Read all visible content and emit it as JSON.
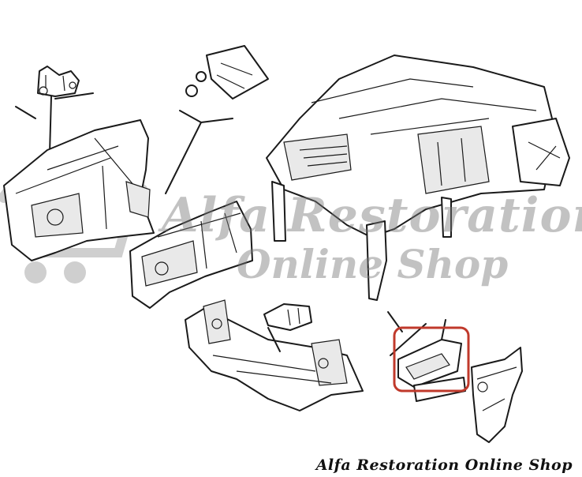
{
  "watermark": {
    "line1": "Alfa Restoration",
    "line2": "Online Shop"
  },
  "footer": {
    "brand": "Alfa Restoration Online Shop"
  },
  "colors": {
    "line": "#1a1a1a",
    "highlight": "#c0392b",
    "watermark": "#787878",
    "background": "#ffffff"
  }
}
